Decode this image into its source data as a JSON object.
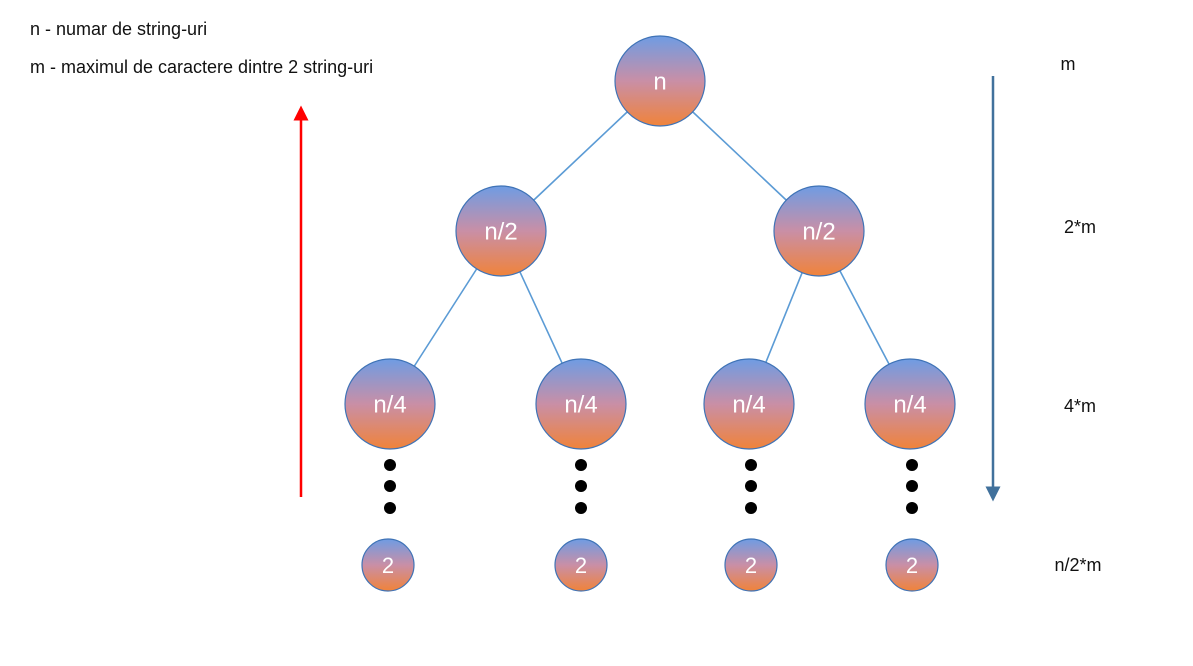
{
  "legend": {
    "n_definition": "n - numar de string-uri",
    "m_definition": "m - maximul de caractere dintre 2 string-uri"
  },
  "tree": {
    "root": "n",
    "level1": [
      "n/2",
      "n/2"
    ],
    "level2": [
      "n/4",
      "n/4",
      "n/4",
      "n/4"
    ],
    "leaves": [
      "2",
      "2",
      "2",
      "2"
    ]
  },
  "level_costs": [
    "m",
    "2*m",
    "4*m",
    "n/2*m"
  ],
  "colors": {
    "node_top": "#6f9ce3",
    "node_mid": "#c98fa6",
    "node_bottom": "#f0833a",
    "node_stroke": "#3f73b6",
    "edge": "#5b9bd5",
    "down_arrow": "#41719c",
    "up_arrow": "#ff0000",
    "dots": "#000000"
  }
}
